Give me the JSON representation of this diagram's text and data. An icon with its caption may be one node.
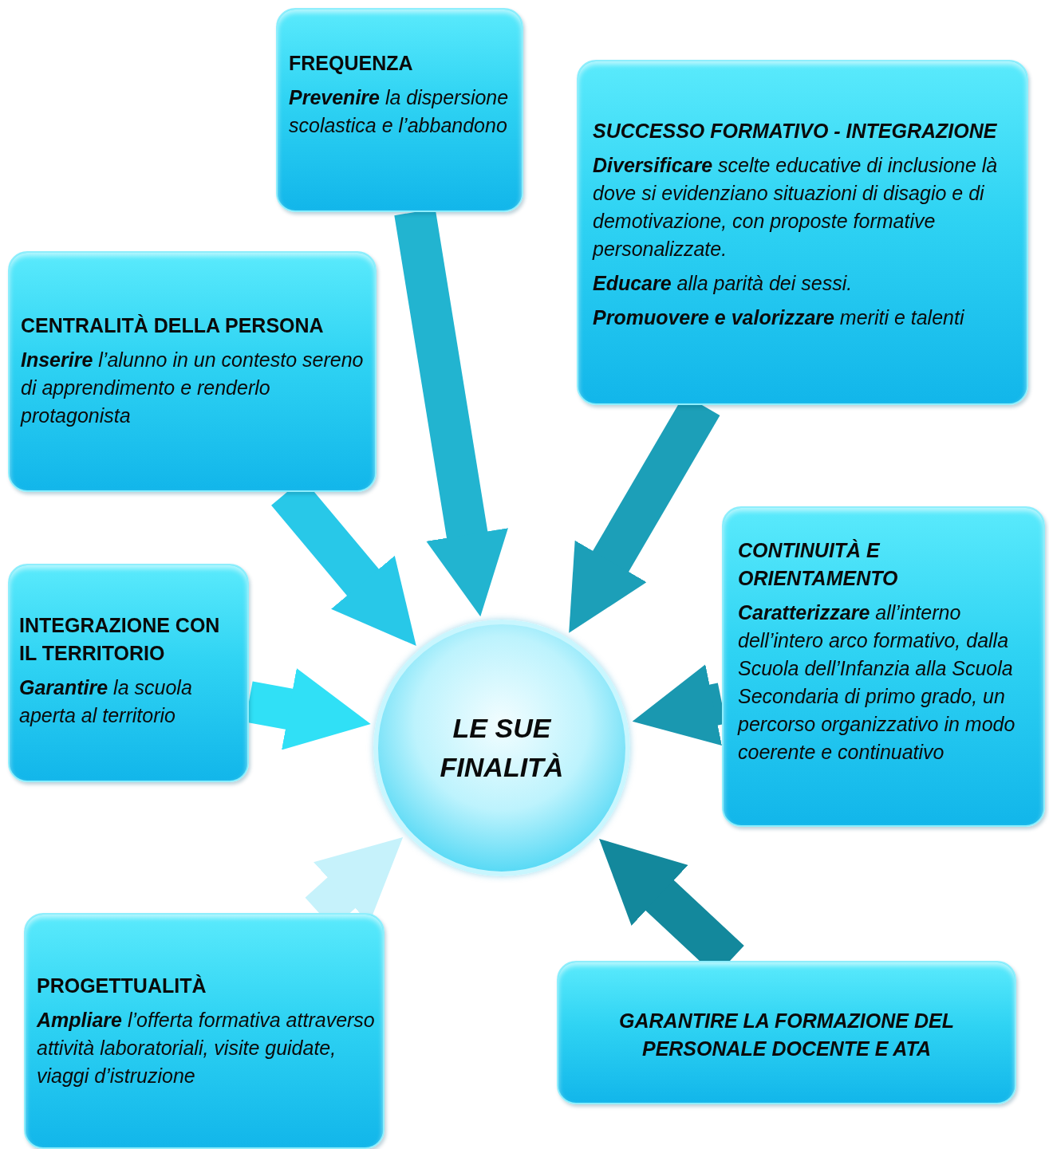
{
  "diagram": {
    "nodes": [
      {
        "text": [
          "FREQUENZA",
          "**Prevenire** la dispersione scolastica e l’abbandono"
        ]
      },
      {
        "text": [
          "SUCCESSO FORMATIVO - INTEGRAZIONE",
          "**Diversificare** scelte educative di inclusione là dove si evidenziano situazioni di disagio e di demotivazione, con proposte formative personalizzate.",
          "**Educare** alla parità dei sessi.",
          "**Promuovere e valorizzare** meriti e talenti"
        ]
      },
      {
        "text": [
          "CENTRALITÀ DELLA PERSONA",
          "**Inserire** l’alunno in un contesto sereno di apprendimento e renderlo protagonista"
        ]
      },
      {
        "text": [
          "INTEGRAZIONE CON IL TERRITORIO",
          "**Garantire** la scuola aperta al territorio"
        ]
      },
      {
        "text": [
          "LE SUE FINALITÀ"
        ]
      },
      {
        "text": [
          "CONTINUITÀ E ORIENTAMENTO",
          "**Caratterizzare** all’interno dell’intero arco formativo, dalla Scuola dell’Infanzia alla Scuola Secondaria di primo grado, un percorso organizzativo in modo coerente e continuativo"
        ]
      },
      {
        "text": [
          "PROGETTUALITÀ",
          "**Ampliare** l’offerta formativa attraverso attività laboratoriali, visite guidate, viaggi d’istruzione"
        ]
      },
      {
        "text": [
          "GARANTIRE LA FORMAZIONE DEL PERSONALE DOCENTE E ATA"
        ]
      }
    ],
    "edges": [
      {
        "from": 0,
        "to": 4,
        "arrow": "to",
        "color": "#22b4d0"
      },
      {
        "from": 1,
        "to": 4,
        "arrow": "to",
        "color": "#1c9fb8"
      },
      {
        "from": 2,
        "to": 4,
        "arrow": "to",
        "color": "#28c8e8"
      },
      {
        "from": 3,
        "to": 4,
        "arrow": "to",
        "color": "#30e0f6"
      },
      {
        "from": 5,
        "to": 4,
        "arrow": "to",
        "color": "#1a98b0"
      },
      {
        "from": 6,
        "to": 4,
        "arrow": "to",
        "color": "#c6f2fb"
      },
      {
        "from": 7,
        "to": 4,
        "arrow": "to",
        "color": "#13889c"
      }
    ]
  }
}
